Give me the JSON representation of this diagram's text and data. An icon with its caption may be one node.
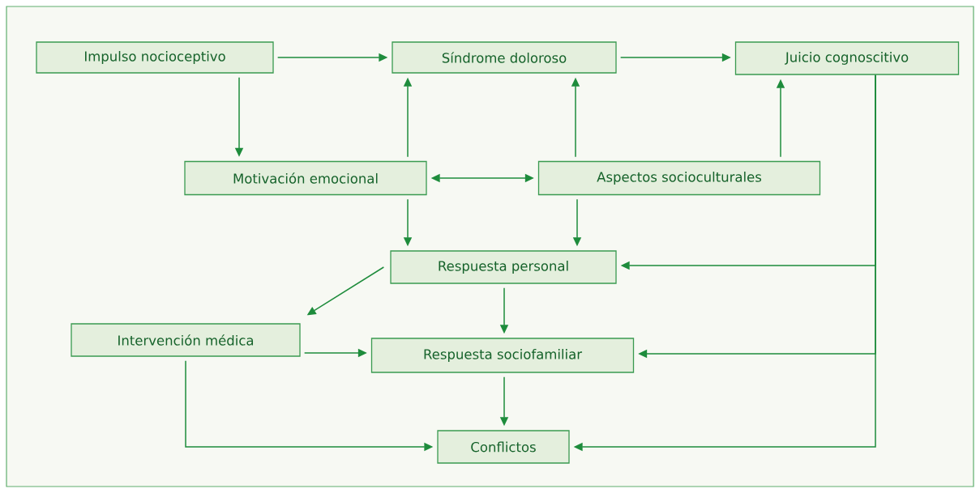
{
  "diagram": {
    "nodes": [
      {
        "text": [
          "Impulso nocioceptivo"
        ]
      },
      {
        "text": [
          "Síndrome doloroso"
        ]
      },
      {
        "text": [
          "Juicio cognoscitivo"
        ]
      },
      {
        "text": [
          "Motivación emocional"
        ]
      },
      {
        "text": [
          "Aspectos socioculturales"
        ]
      },
      {
        "text": [
          "Respuesta personal"
        ]
      },
      {
        "text": [
          "Intervención médica"
        ]
      },
      {
        "text": [
          "Respuesta sociofamiliar"
        ]
      },
      {
        "text": [
          "Conflictos"
        ]
      }
    ],
    "edges": [
      {
        "from": 0,
        "to": 1,
        "arrow": "to"
      },
      {
        "from": 1,
        "to": 2,
        "arrow": "to"
      },
      {
        "from": 0,
        "to": 3,
        "arrow": "to"
      },
      {
        "from": 3,
        "to": 1,
        "arrow": "to"
      },
      {
        "from": 4,
        "to": 1,
        "arrow": "to"
      },
      {
        "from": 4,
        "to": 2,
        "arrow": "to"
      },
      {
        "from": 3,
        "to": 4,
        "arrow": "both"
      },
      {
        "from": 3,
        "to": 5,
        "arrow": "to"
      },
      {
        "from": 4,
        "to": 5,
        "arrow": "to"
      },
      {
        "from": 5,
        "to": 6,
        "arrow": "to"
      },
      {
        "from": 5,
        "to": 7,
        "arrow": "to"
      },
      {
        "from": 6,
        "to": 7,
        "arrow": "to"
      },
      {
        "from": 7,
        "to": 8,
        "arrow": "to"
      },
      {
        "from": 6,
        "to": 8,
        "arrow": "to"
      },
      {
        "from": 2,
        "to": 5,
        "arrow": "to"
      },
      {
        "from": 2,
        "to": 7,
        "arrow": "to"
      },
      {
        "from": 2,
        "to": 8,
        "arrow": "to"
      }
    ]
  }
}
